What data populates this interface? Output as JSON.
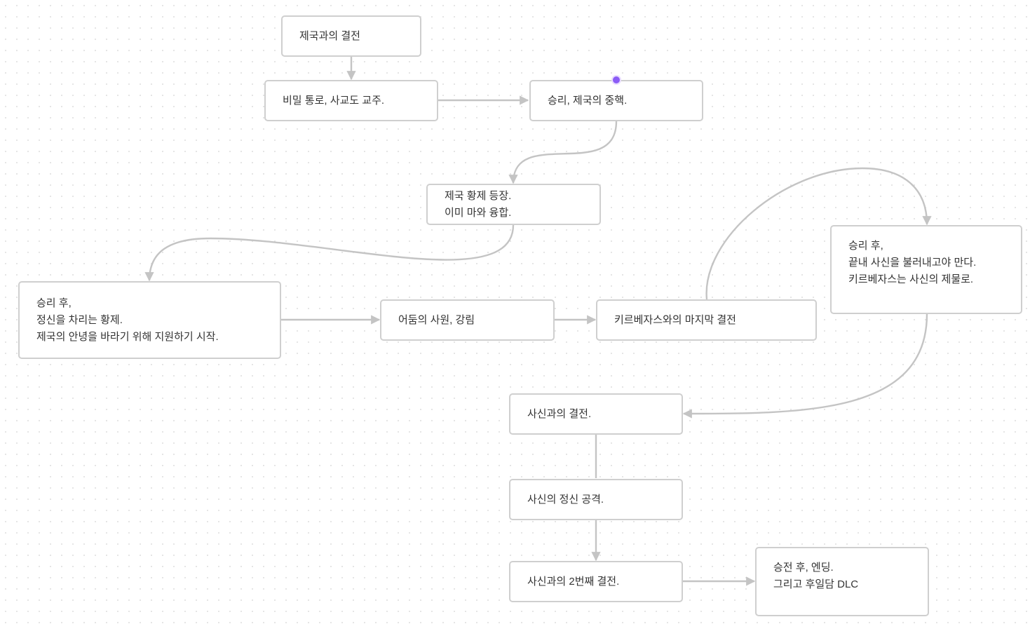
{
  "colors": {
    "edge": "#c4c4c4",
    "node_border": "#cfcfcf",
    "text": "#333333",
    "handle": "#8b5cf6"
  },
  "nodes": {
    "n1": {
      "lines": [
        "제국과의 결전"
      ]
    },
    "n2": {
      "lines": [
        "비밀 통로, 사교도 교주."
      ]
    },
    "n3": {
      "lines": [
        "승리, 제국의 중핵."
      ]
    },
    "n4": {
      "lines": [
        "제국 황제 등장.",
        "이미 마와 융합."
      ]
    },
    "n5": {
      "lines": [
        "승리 후,",
        "정신을 차리는 황제.",
        "제국의 안녕을 바라기 위해 지원하기 시작."
      ]
    },
    "n6": {
      "lines": [
        "어둠의 사원, 강림"
      ]
    },
    "n7": {
      "lines": [
        "키르베자스와의 마지막 결전"
      ]
    },
    "n8": {
      "lines": [
        "승리 후,",
        "끝내 사신을 불러내고야 만다.",
        "키르베자스는 사신의 제물로."
      ]
    },
    "n9": {
      "lines": [
        "사신과의 결전."
      ]
    },
    "n10": {
      "lines": [
        "사신의 정신 공격."
      ]
    },
    "n11": {
      "lines": [
        "사신과의 2번째 결전."
      ]
    },
    "n12": {
      "lines": [
        "승전 후, 엔딩.",
        "그리고 후일담 DLC"
      ]
    }
  }
}
